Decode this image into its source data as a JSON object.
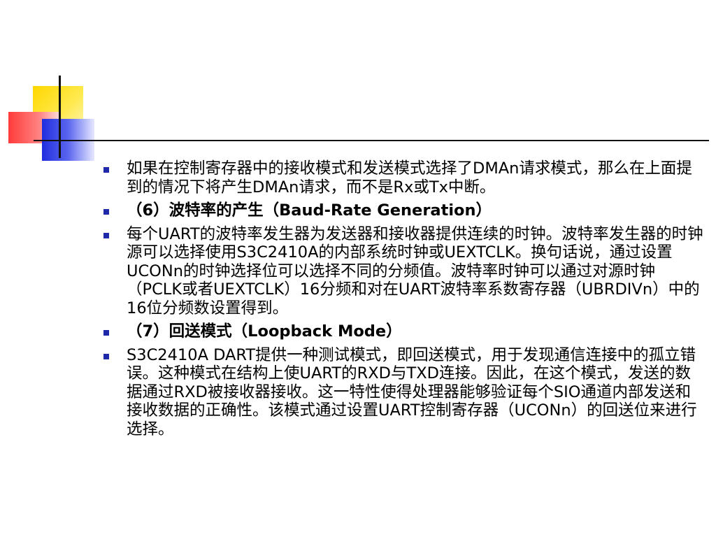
{
  "slide": {
    "colors": {
      "accent_yellow": "#ffd700",
      "accent_red": "#ff3b3b",
      "accent_blue": "#1f2ee0",
      "bullet": "#1f28a8"
    },
    "bullets": [
      {
        "text": "如果在控制寄存器中的接收模式和发送模式选择了DMAn请求模式，那么在上面提到的情况下将产生DMAn请求，而不是Rx或Tx中断。"
      },
      {
        "text": "（6）波特率的产生（Baud-Rate Generation）"
      },
      {
        "text": "每个UART的波特率发生器为发送器和接收器提供连续的时钟。波特率发生器的时钟源可以选择使用S3C2410A的内部系统时钟或UEXTCLK。换句话说，通过设置UCONn的时钟选择位可以选择不同的分频值。波特率时钟可以通过对源时钟（PCLK或者UEXTCLK）16分频和对在UART波特率系数寄存器（UBRDIVn）中的16位分频数设置得到。"
      },
      {
        "text": "（7）回送模式（Loopback Mode）"
      },
      {
        "text": "S3C2410A DART提供一种测试模式，即回送模式，用于发现通信连接中的孤立错误。这种模式在结构上使UART的RXD与TXD连接。因此，在这个模式，发送的数据通过RXD被接收器接收。这一特性使得处理器能够验证每个SIO通道内部发送和接收数据的正确性。该模式通过设置UART控制寄存器（UCONn）的回送位来进行选择。"
      }
    ]
  }
}
